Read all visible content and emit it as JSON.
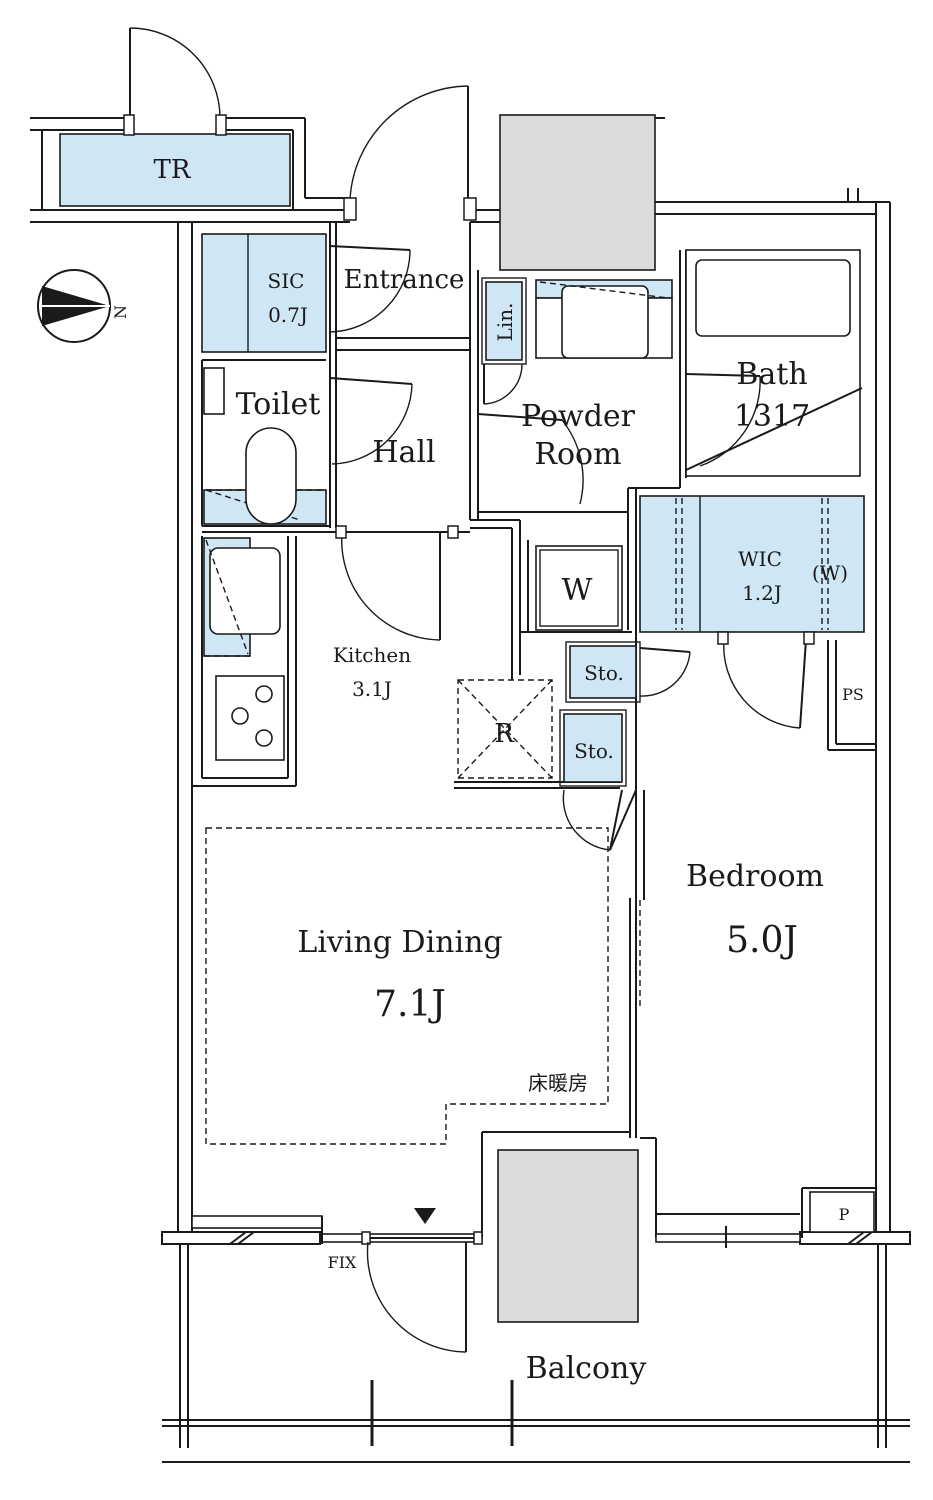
{
  "rooms": {
    "tr": "TR",
    "sic": "SIC",
    "sic_area": "0.7J",
    "entrance": "Entrance",
    "lin": "Lin.",
    "toilet": "Toilet",
    "hall": "Hall",
    "powder_room_1": "Powder",
    "powder_room_2": "Room",
    "bath": "Bath",
    "bath_size": "1317",
    "w": "W",
    "wic": "WIC",
    "wic_area": "1.2J",
    "wic_w": "(W)",
    "kitchen": "Kitchen",
    "kitchen_area": "3.1J",
    "sto_1": "Sto.",
    "sto_2": "Sto.",
    "r": "R",
    "ps": "PS",
    "bedroom": "Bedroom",
    "bedroom_area": "5.0J",
    "living_dining": "Living Dining",
    "living_dining_area": "7.1J",
    "floor_heating": "床暖房",
    "p": "P",
    "fix": "FIX",
    "balcony": "Balcony"
  },
  "compass": {
    "north_label": "N"
  },
  "colors": {
    "storage_fill": "#cfe6f5",
    "gray_fill": "#dcdcdc",
    "line": "#1a1a1a"
  }
}
